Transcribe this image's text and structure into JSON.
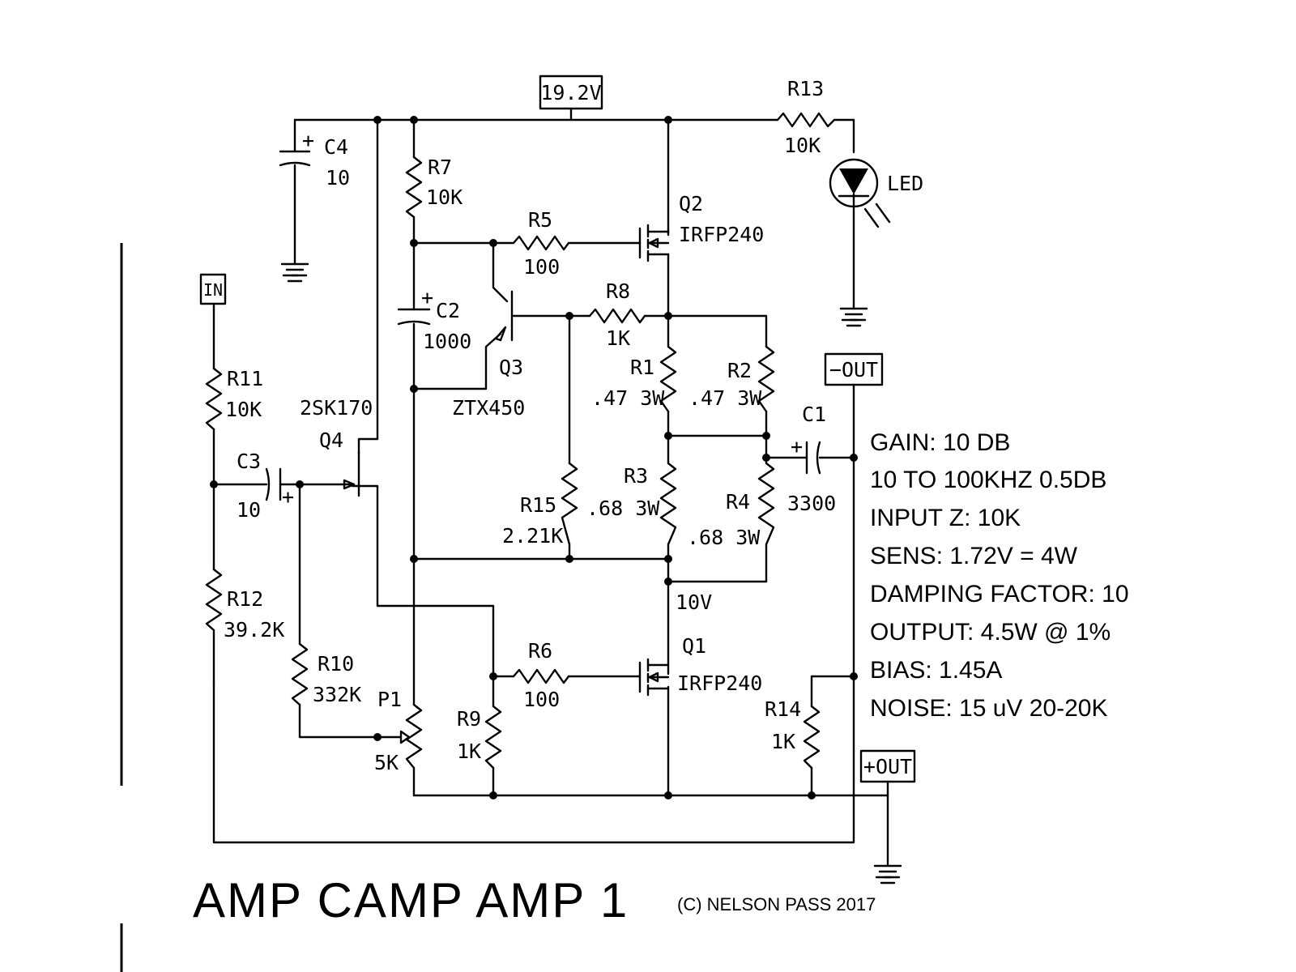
{
  "title": "AMP CAMP AMP 1",
  "copyright": "(C) NELSON PASS 2017",
  "rail": "19.2V",
  "node_label": "10V",
  "ports": {
    "in": "IN",
    "minus_out": "−OUT",
    "plus_out": "+OUT"
  },
  "components": {
    "c4": {
      "ref": "C4",
      "value": "10"
    },
    "r7": {
      "ref": "R7",
      "value": "10K"
    },
    "r5": {
      "ref": "R5",
      "value": "100"
    },
    "q2": {
      "ref": "Q2",
      "value": "IRFP240"
    },
    "r13": {
      "ref": "R13",
      "value": "10K"
    },
    "led": {
      "ref": "LED"
    },
    "c2": {
      "ref": "C2",
      "value": "1000"
    },
    "q3": {
      "ref": "Q3",
      "value": "ZTX450"
    },
    "r8": {
      "ref": "R8",
      "value": "1K"
    },
    "r1": {
      "ref": "R1",
      "value": ".47 3W"
    },
    "r2": {
      "ref": "R2",
      "value": ".47 3W"
    },
    "r11": {
      "ref": "R11",
      "value": "10K"
    },
    "q4": {
      "ref": "Q4",
      "value": "2SK170"
    },
    "c3": {
      "ref": "C3",
      "value": "10"
    },
    "c1": {
      "ref": "C1",
      "value": "3300"
    },
    "r15": {
      "ref": "R15",
      "value": "2.21K"
    },
    "r3": {
      "ref": "R3",
      "value": ".68 3W"
    },
    "r4": {
      "ref": "R4",
      "value": ".68 3W"
    },
    "r12": {
      "ref": "R12",
      "value": "39.2K"
    },
    "r10": {
      "ref": "R10",
      "value": "332K"
    },
    "p1": {
      "ref": "P1",
      "value": "5K"
    },
    "r9": {
      "ref": "R9",
      "value": "1K"
    },
    "r6": {
      "ref": "R6",
      "value": "100"
    },
    "q1": {
      "ref": "Q1",
      "value": "IRFP240"
    },
    "r14": {
      "ref": "R14",
      "value": "1K"
    }
  },
  "specs": [
    "GAIN: 10 DB",
    "10 TO 100KHZ 0.5DB",
    "INPUT Z: 10K",
    "SENS: 1.72V = 4W",
    "DAMPING FACTOR: 10",
    "OUTPUT: 4.5W @ 1%",
    "BIAS: 1.45A",
    "NOISE: 15 uV  20-20K"
  ]
}
